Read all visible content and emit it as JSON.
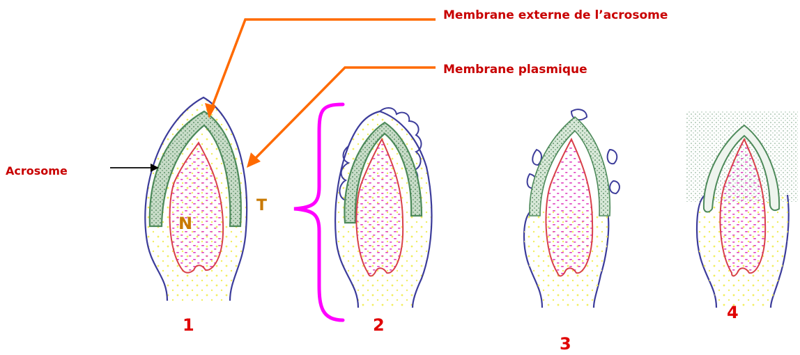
{
  "labels": {
    "outer_acrosome_membrane": "Membrane externe de l’acrosome",
    "plasma_membrane": "Membrane plasmique",
    "acrosome": "Acrosome",
    "head": "T",
    "nucleus": "N"
  },
  "stages": [
    "1",
    "2",
    "3",
    "4"
  ],
  "colors": {
    "pointer_orange": "#ff6a00",
    "membrane_blue": "#3c3c9a",
    "acrosome_green": "#4d8a5a",
    "nucleus_red": "#d8404a",
    "chromatin_pink": "#e040c0",
    "cytoplasm_yellow": "#f4f070",
    "bracket_magenta": "#ff00ff",
    "label_red": "#e00000",
    "label_orange": "#c87800"
  }
}
